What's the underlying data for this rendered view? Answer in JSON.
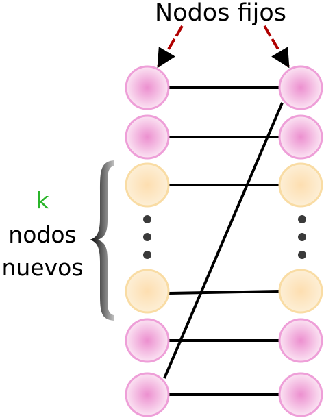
{
  "title": "Nodos fijos",
  "side_label": {
    "k": "k",
    "line1": "nodos",
    "line2": "nuevos"
  },
  "colors": {
    "fixed_node_fill_center": "#f2a6d8",
    "fixed_node_fill_edge": "#fbe0f1",
    "fixed_node_stroke": "#ee9fd8",
    "new_node_fill_center": "#fde6bd",
    "new_node_fill_edge": "#fdeccd",
    "new_node_stroke": "#f9dca4",
    "arrow": "#b00000",
    "edge": "#000000",
    "k_color": "#2ab52a",
    "text": "#000000",
    "dots": "#333333"
  },
  "left_column": [
    "fixed",
    "fixed",
    "new",
    "ellipsis",
    "new",
    "fixed",
    "fixed"
  ],
  "right_column": [
    "fixed",
    "fixed",
    "new",
    "ellipsis",
    "new",
    "fixed",
    "fixed"
  ]
}
